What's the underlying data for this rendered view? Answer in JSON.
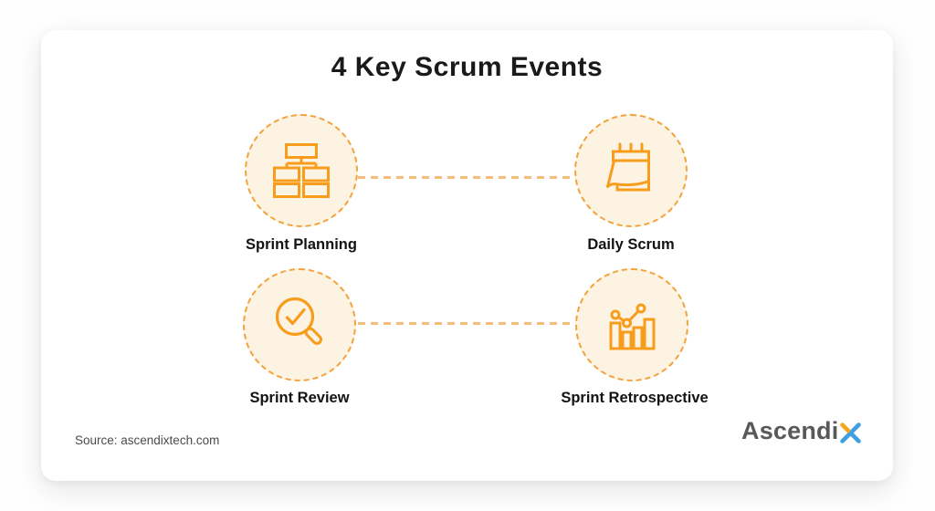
{
  "title": "4 Key Scrum Events",
  "events": [
    {
      "label": "Sprint Planning",
      "icon": "org-chart-icon"
    },
    {
      "label": "Daily Scrum",
      "icon": "calendar-icon"
    },
    {
      "label": "Sprint Review",
      "icon": "magnifier-check-icon"
    },
    {
      "label": "Sprint Retrospective",
      "icon": "bar-chart-trend-icon"
    }
  ],
  "source_text": "Source: ascendixtech.com",
  "logo": {
    "brand": "Ascendix",
    "text_part": "Ascendi",
    "x_part": "X"
  },
  "colors": {
    "icon_orange": "#F89C1C",
    "circle_fill": "#FCF3E2",
    "circle_border": "#F2A33C",
    "connector": "#F4BD7C",
    "title_text": "#1A1A1A",
    "logo_gray": "#58595B",
    "logo_blue": "#3F9FDF",
    "logo_orange": "#F8A51B"
  }
}
